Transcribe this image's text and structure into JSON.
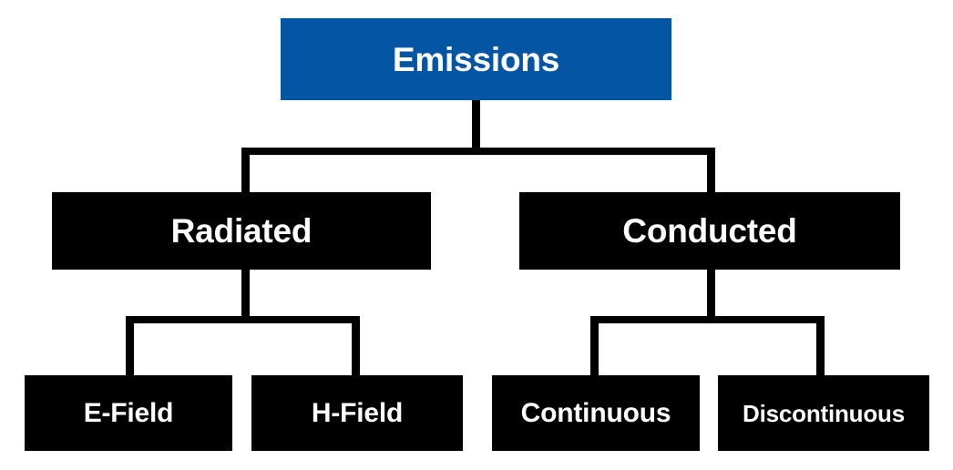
{
  "diagram": {
    "title": "Emissions",
    "type": "hierarchy-tree",
    "background_color": "#ffffff",
    "root_color": "#0455a4",
    "node_color": "#000000",
    "text_color": "#ffffff",
    "connector_color": "#000000"
  },
  "nodes": {
    "root": {
      "label": "Emissions",
      "level": 1
    },
    "level2": [
      {
        "label": "Radiated",
        "level": 2
      },
      {
        "label": "Conducted",
        "level": 2
      }
    ],
    "level3": [
      {
        "label": "E-Field",
        "level": 3,
        "parent": "Radiated"
      },
      {
        "label": "H-Field",
        "level": 3,
        "parent": "Radiated"
      },
      {
        "label": "Continuous",
        "level": 3,
        "parent": "Conducted"
      },
      {
        "label": "Discontinuous",
        "level": 3,
        "parent": "Conducted"
      }
    ]
  }
}
